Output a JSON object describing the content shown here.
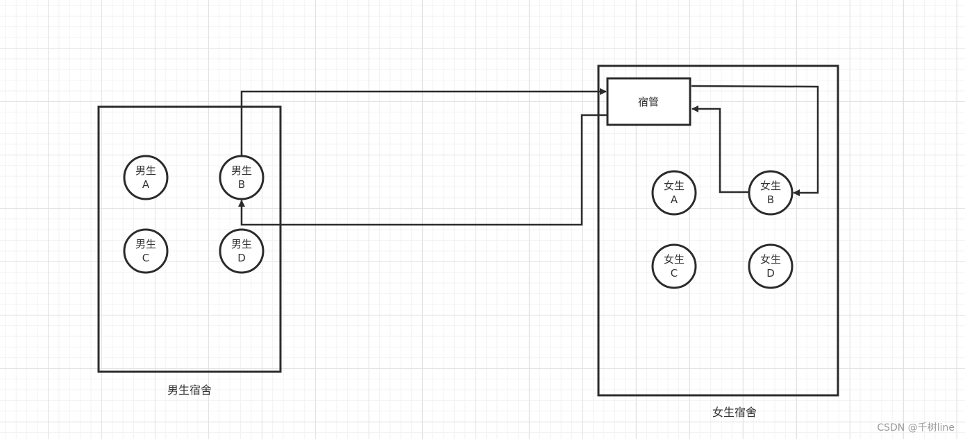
{
  "colors": {
    "stroke": "#2b2b2b",
    "text": "#333333",
    "watermark": "#9a9a9a",
    "grid": "#e3e3e3"
  },
  "boys_dorm": {
    "caption": "男生宿舍",
    "students": [
      {
        "line1": "男生",
        "line2": "A"
      },
      {
        "line1": "男生",
        "line2": "B"
      },
      {
        "line1": "男生",
        "line2": "C"
      },
      {
        "line1": "男生",
        "line2": "D"
      }
    ]
  },
  "girls_dorm": {
    "caption": "女生宿舍",
    "manager": "宿管",
    "students": [
      {
        "line1": "女生",
        "line2": "A"
      },
      {
        "line1": "女生",
        "line2": "B"
      },
      {
        "line1": "女生",
        "line2": "C"
      },
      {
        "line1": "女生",
        "line2": "D"
      }
    ]
  },
  "watermark": "CSDN @千树line"
}
